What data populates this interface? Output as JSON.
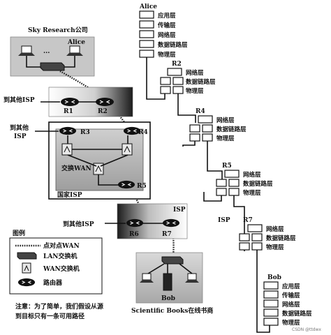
{
  "network": {
    "company_label": "Sky Research公司",
    "alice_label": "Alice",
    "to_isp_1": "到其他ISP",
    "to_isp_2a": "到其他",
    "to_isp_2b": "ISP",
    "to_isp_3": "到其他ISP",
    "isp_label": "ISP",
    "national_isp": "国家ISP",
    "wan_switch_label": "交换WAN",
    "routers": [
      "R1",
      "R2",
      "R3",
      "R4",
      "R5",
      "R6",
      "R7"
    ],
    "bob_label": "Bob",
    "bookstore_label": "Scientific Books在线书商"
  },
  "legend": {
    "title": "图例",
    "items": [
      "点对点WAN",
      "LAN交换机",
      "WAN交换机",
      "路由器"
    ]
  },
  "note": {
    "line1": "注意：为了简单，我们假设从源",
    "line2": "到目标只有一条可用路径"
  },
  "stacks": {
    "alice": {
      "title": "Alice",
      "layers": [
        "应用层",
        "传输层",
        "网络层",
        "数据链路层",
        "物理层"
      ]
    },
    "r2": {
      "title": "R2",
      "layers": [
        "网络层",
        "数据链路层",
        "物理层"
      ]
    },
    "r4": {
      "title": "R4",
      "layers": [
        "网络层",
        "数据链路层",
        "物理层"
      ]
    },
    "r5": {
      "title": "R5",
      "layers": [
        "网络层",
        "数据链路层",
        "物理层"
      ]
    },
    "isp_title": "ISP",
    "r7": {
      "title": "R7",
      "layers": [
        "网络层",
        "数据链路层",
        "物理层"
      ]
    },
    "bob": {
      "title": "Bob",
      "layers": [
        "应用层",
        "传输层",
        "网络层",
        "数据链路层",
        "物理层"
      ]
    }
  },
  "watermark": "CSDN @ttdwx"
}
